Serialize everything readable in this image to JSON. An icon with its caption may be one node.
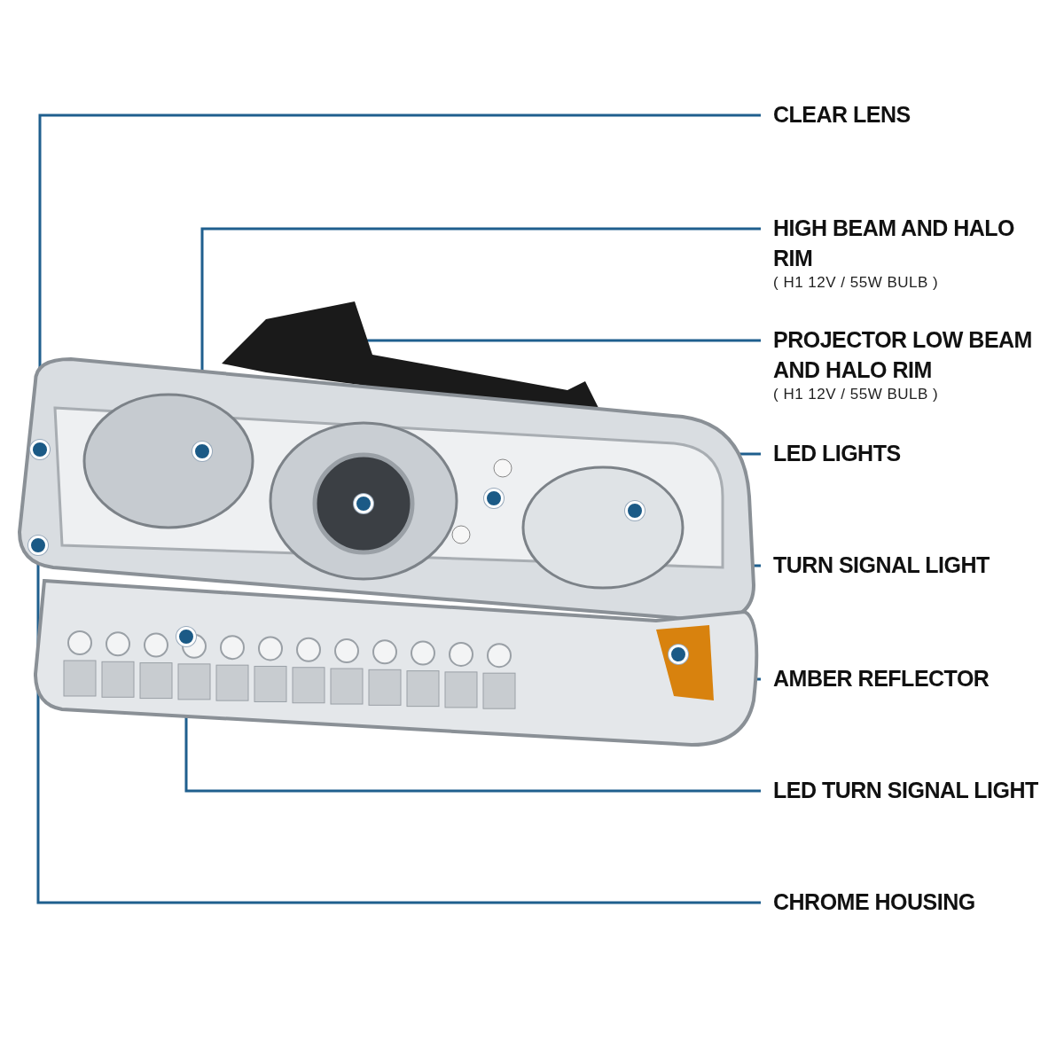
{
  "diagram": {
    "nodes": [
      {
        "text": [
          "CLEAR LENS"
        ]
      },
      {
        "text": [
          "HIGH BEAM AND HALO RIM",
          "( H1 12V / 55W BULB )"
        ]
      },
      {
        "text": [
          "PROJECTOR LOW BEAM AND HALO RIM",
          "( H1 12V / 55W BULB )"
        ]
      },
      {
        "text": [
          "LED LIGHTS"
        ]
      },
      {
        "text": [
          "TURN SIGNAL LIGHT"
        ]
      },
      {
        "text": [
          "AMBER REFLECTOR"
        ]
      },
      {
        "text": [
          "LED TURN SIGNAL LIGHT"
        ]
      },
      {
        "text": [
          "CHROME HOUSING"
        ]
      },
      {
        "text": [],
        "shape": "circle"
      },
      {
        "text": [],
        "shape": "circle"
      },
      {
        "text": [],
        "shape": "circle"
      },
      {
        "text": [],
        "shape": "circle"
      },
      {
        "text": [],
        "shape": "circle"
      },
      {
        "text": [],
        "shape": "circle"
      },
      {
        "text": [],
        "shape": "circle"
      },
      {
        "text": [],
        "shape": "circle"
      }
    ],
    "edges": [
      {
        "from": 0,
        "to": 8,
        "arrow": "none"
      },
      {
        "from": 1,
        "to": 9,
        "arrow": "none"
      },
      {
        "from": 2,
        "to": 10,
        "arrow": "none"
      },
      {
        "from": 3,
        "to": 11,
        "arrow": "none"
      },
      {
        "from": 4,
        "to": 12,
        "arrow": "none"
      },
      {
        "from": 5,
        "to": 13,
        "arrow": "none"
      },
      {
        "from": 6,
        "to": 14,
        "arrow": "none"
      },
      {
        "from": 7,
        "to": 15,
        "arrow": "none"
      }
    ]
  }
}
